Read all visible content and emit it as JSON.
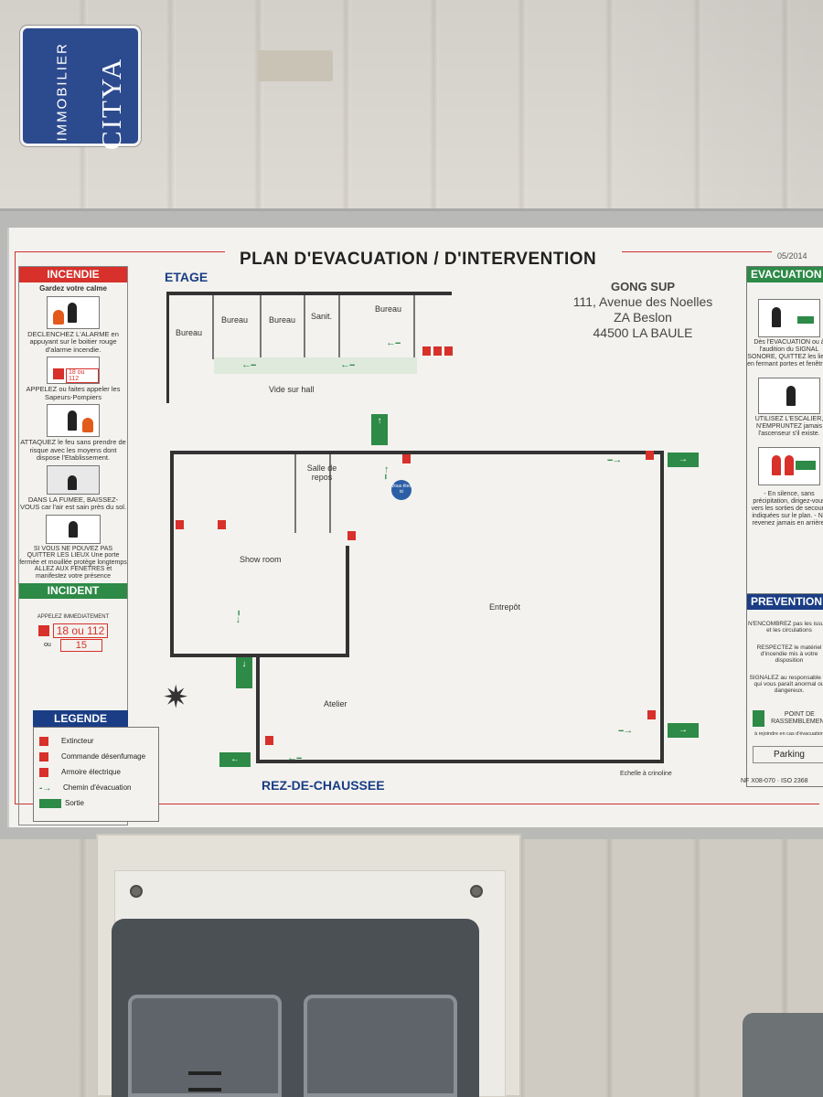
{
  "logo": {
    "brand": "CITYA",
    "sub": "IMMOBILIER"
  },
  "board": {
    "title": "PLAN D'EVACUATION / D'INTERVENTION",
    "date": "05/2014",
    "address": {
      "name": "GONG SUP",
      "line1": "111, Avenue des Noelles",
      "line2": "ZA Beslon",
      "line3": "44500 LA BAULE"
    },
    "norm": "NF X08-070 · ISO 2368"
  },
  "incendie": {
    "header": "INCENDIE",
    "calm": "Gardez votre calme",
    "step1": "DECLENCHEZ L'ALARME en appuyant sur le boitier rouge d'alarme incendie.",
    "phone1": "18 ou 112",
    "step2": "APPELEZ ou faites appeler les Sapeurs-Pompiers",
    "step3": "ATTAQUEZ le feu sans prendre de risque avec les moyens dont dispose l'Etablissement.",
    "step4": "DANS LA FUMEE, BAISSEZ-VOUS car l'air est sain près du sol.",
    "step5": "SI VOUS NE POUVEZ PAS QUITTER LES LIEUX Une porte fermée et mouillée protège longtemps ALLEZ AUX FENETRES et manifestez votre présence"
  },
  "incident": {
    "header": "INCIDENT",
    "call": "APPELEZ IMMEDIATEMENT",
    "phone": "18 ou 112",
    "or": "ou",
    "samu": "15"
  },
  "legende": {
    "header": "LEGENDE",
    "items": [
      "Extincteur",
      "Commande désenfumage",
      "Armoire électrique",
      "Chemin d'évacuation",
      "Sortie"
    ]
  },
  "evacuation": {
    "header": "EVACUATION",
    "text1": "Dès l'EVACUATION ou à l'audition du SIGNAL SONORE, QUITTEZ les lieux en fermant portes et fenêtres.",
    "text2": "UTILISEZ L'ESCALIER, N'EMPRUNTEZ jamais l'ascenseur s'il existe.",
    "text3": "- En silence, sans précipitation, dirigez-vous vers les sorties de secours indiquées sur le plan. - Ne revenez jamais en arrière."
  },
  "prevention": {
    "header": "PREVENTION",
    "text1": "N'ENCOMBREZ pas les issues et les circulations",
    "text2": "RESPECTEZ le matériel d'incendie mis à votre disposition",
    "text3": "SIGNALEZ au responsable ce qui vous paraît anormal ou dangereux.",
    "assembly": "POINT DE RASSEMBLEMENT",
    "assembly_note": "à rejoindre en cas d'évacuation",
    "parking": "Parking"
  },
  "plan": {
    "etage": "ETAGE",
    "rdc": "REZ-DE-CHAUSSEE",
    "rooms_etage": [
      "Bureau",
      "Bureau",
      "Bureau",
      "Sanit.",
      "Bureau"
    ],
    "vide": "Vide sur hall",
    "rooms_rdc": {
      "repos": "Salle de repos",
      "showroom": "Show room",
      "entrepot": "Entrepôt",
      "atelier": "Atelier"
    },
    "you_are_here": "Vous êtes ici",
    "echelle": "Echelle à crinoline"
  },
  "colors": {
    "red": "#d8302a",
    "green": "#2d8a47",
    "blue": "#1a3d85"
  }
}
